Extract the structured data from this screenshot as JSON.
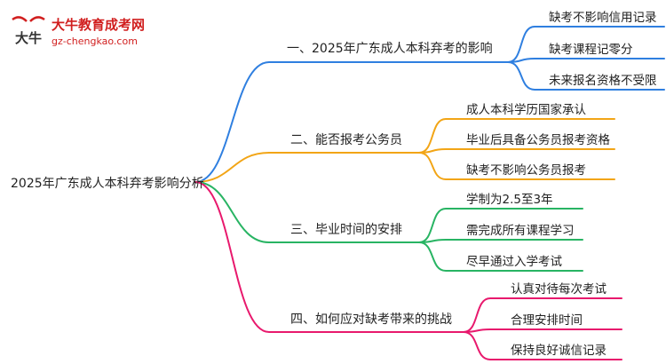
{
  "logo": {
    "name_cn": "大牛教育成考网",
    "url": "gz-chengkao.com",
    "mark_text": "大牛"
  },
  "mindmap": {
    "root": "2025年广东成人本科弃考影响分析",
    "branches": [
      {
        "label": "一、2025年广东成人本科弃考的影响",
        "color": "#2f7fe0",
        "children": [
          "缺考不影响信用记录",
          "缺考课程记零分",
          "未来报名资格不受限"
        ]
      },
      {
        "label": "二、能否报考公务员",
        "color": "#f2a516",
        "children": [
          "成人本科学历国家承认",
          "毕业后具备公务员报考资格",
          "缺考不影响公务员报考"
        ]
      },
      {
        "label": "三、毕业时间的安排",
        "color": "#28b463",
        "children": [
          "学制为2.5至3年",
          "需完成所有课程学习",
          "尽早通过入学考试"
        ]
      },
      {
        "label": "四、如何应对缺考带来的挑战",
        "color": "#e8196d",
        "children": [
          "认真对待每次考试",
          "合理安排时间",
          "保持良好诚信记录"
        ]
      }
    ]
  }
}
